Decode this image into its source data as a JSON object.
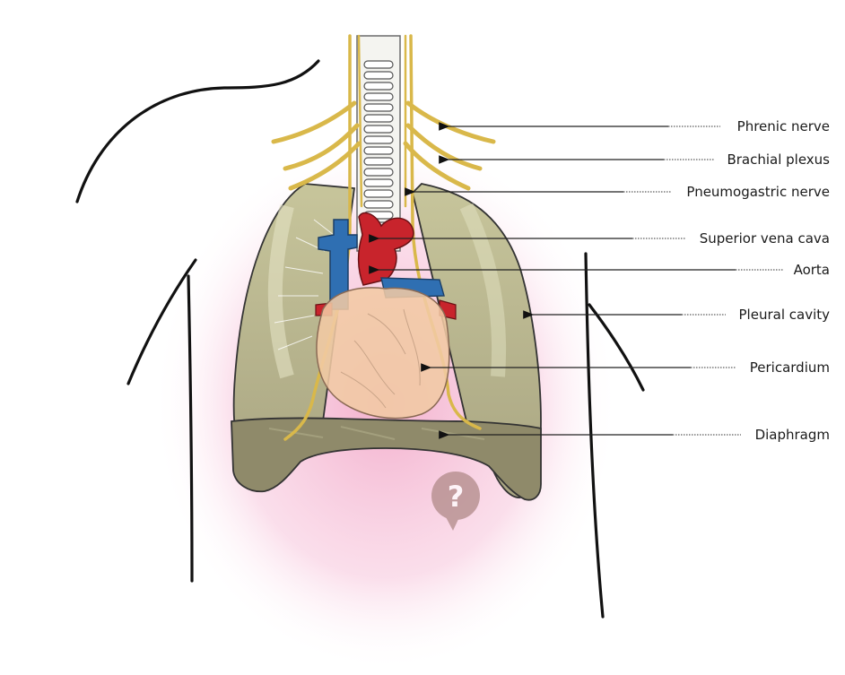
{
  "diagram": {
    "labels": {
      "phrenic_nerve": "Phrenic nerve",
      "brachial_plexus": "Brachial plexus",
      "pneumogastric_nerve": "Pneumogastric nerve",
      "superior_vena_cava": "Superior vena cava",
      "aorta": "Aorta",
      "pleural_cavity": "Pleural cavity",
      "pericardium": "Pericardium",
      "diaphragm": "Diaphragm"
    },
    "watermark_icon": "question-mark-icon",
    "colors": {
      "lung": "#c9c79c",
      "lung_dark": "#8f8a6a",
      "nerve": "#d9b84a",
      "vein": "#2f6fb2",
      "artery": "#c8242c",
      "pericardium": "#f1c9a4",
      "glow": "#f2a8c8",
      "watermark": "#b08a88"
    }
  }
}
